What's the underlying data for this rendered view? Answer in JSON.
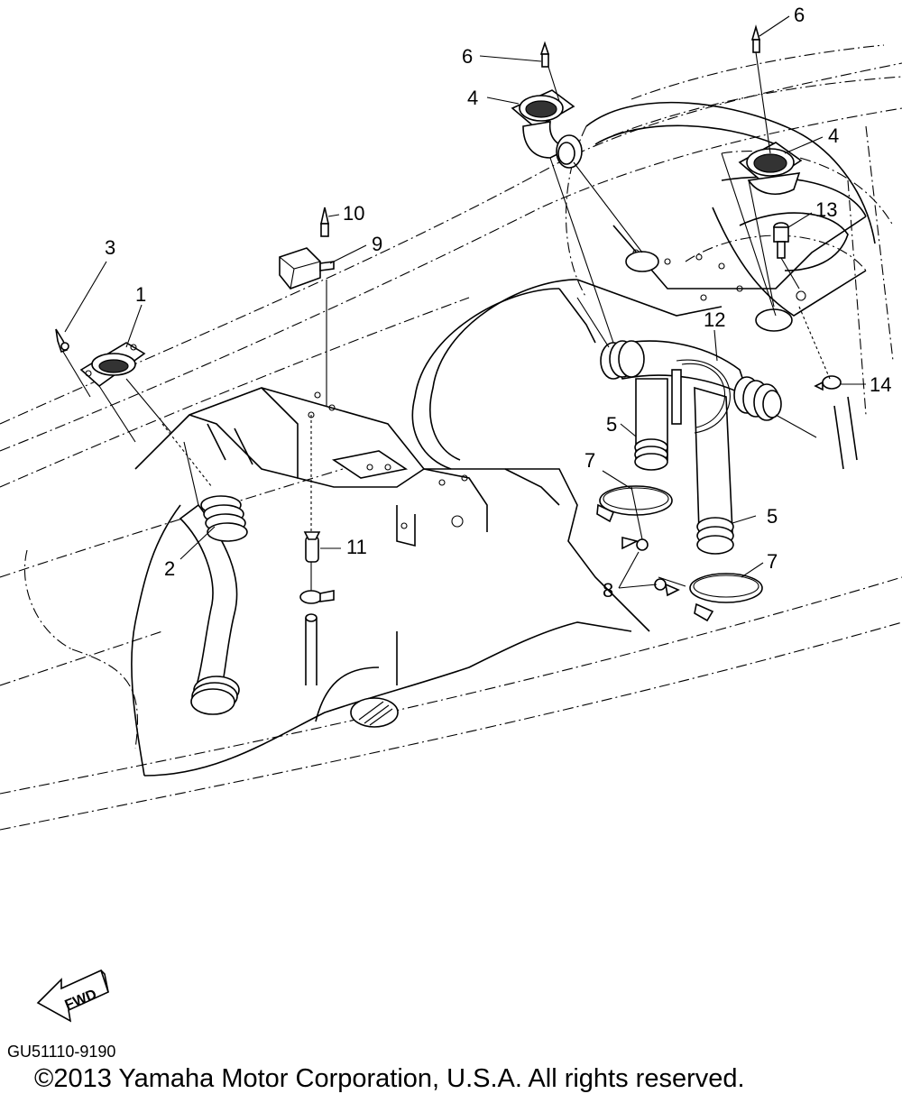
{
  "diagram": {
    "callouts": [
      {
        "id": "1",
        "label": "1"
      },
      {
        "id": "2",
        "label": "2"
      },
      {
        "id": "3",
        "label": "3"
      },
      {
        "id": "4a",
        "label": "4"
      },
      {
        "id": "4b",
        "label": "4"
      },
      {
        "id": "5a",
        "label": "5"
      },
      {
        "id": "5b",
        "label": "5"
      },
      {
        "id": "6a",
        "label": "6"
      },
      {
        "id": "6b",
        "label": "6"
      },
      {
        "id": "7a",
        "label": "7"
      },
      {
        "id": "7b",
        "label": "7"
      },
      {
        "id": "8",
        "label": "8"
      },
      {
        "id": "9",
        "label": "9"
      },
      {
        "id": "10",
        "label": "10"
      },
      {
        "id": "11",
        "label": "11"
      },
      {
        "id": "12",
        "label": "12"
      },
      {
        "id": "13",
        "label": "13"
      },
      {
        "id": "14",
        "label": "14"
      }
    ],
    "fwd_label": "FWD",
    "ref_code": "GU51110-9190",
    "copyright": "©2013 Yamaha Motor Corporation, U.S.A. All rights reserved."
  }
}
